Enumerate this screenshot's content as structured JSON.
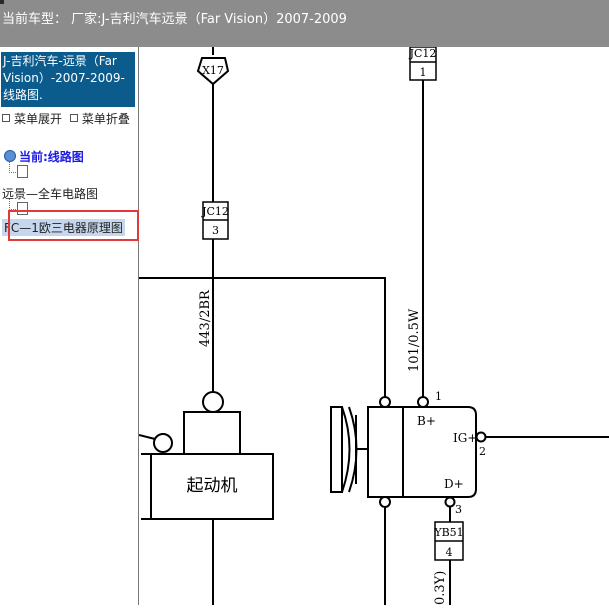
{
  "header": {
    "title": "当前车型：  厂家:J-吉利汽车远景（Far Vision）2007-2009"
  },
  "sidebar": {
    "heading": "J-吉利汽车-远景（Far Vision）-2007-2009- 线路图.",
    "menu": {
      "expand": "菜单展开",
      "collapse": "菜单折叠"
    },
    "current": "当前:线路图",
    "items": [
      {
        "label": "远景—全车电路图"
      },
      {
        "label": "FC—1欧三电器原理图"
      }
    ]
  },
  "diagram": {
    "x17": "X17",
    "jc12_top": {
      "name": "JC12",
      "pin": "1"
    },
    "jc12_mid": {
      "name": "JC12",
      "pin": "3"
    },
    "wire_starter": "443/2BR",
    "wire_alt": "101/0.5W",
    "starter_label": "起动机",
    "alt_pins": {
      "bplus": "B+",
      "igplus": "IG+",
      "dplus": "D+",
      "pin1": "1",
      "pin2": "2",
      "pin3": "3"
    },
    "yb51": {
      "name": "YB51",
      "pin": "4"
    },
    "wire_bottom": "0.3Y)"
  }
}
